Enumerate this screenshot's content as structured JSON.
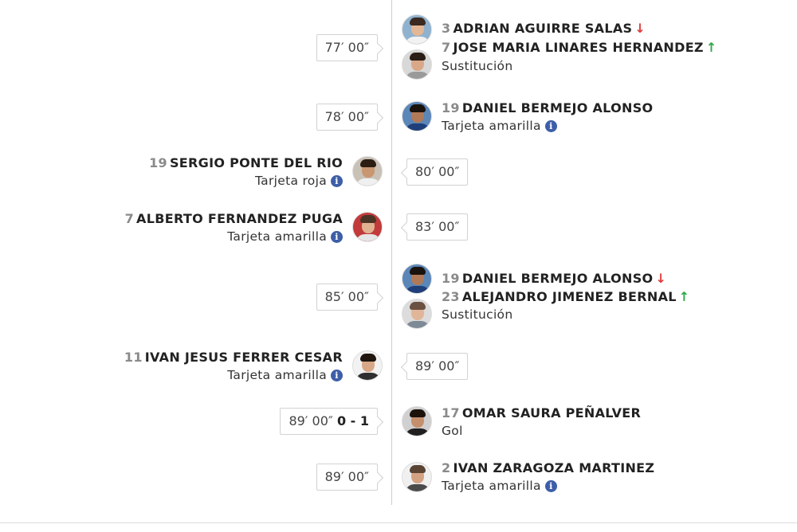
{
  "events": [
    {
      "time": "77′ 00″",
      "type": "Sustitución",
      "players": [
        {
          "number": "3",
          "name": "ADRIAN AGUIRRE SALAS",
          "arrow": "↓"
        },
        {
          "number": "7",
          "name": "JOSE MARIA LINARES HERNANDEZ",
          "arrow": "↑"
        }
      ]
    },
    {
      "time": "78′ 00″",
      "type": "Tarjeta amarilla",
      "players": [
        {
          "number": "19",
          "name": "DANIEL BERMEJO ALONSO"
        }
      ]
    },
    {
      "time": "80′ 00″",
      "type": "Tarjeta roja",
      "players": [
        {
          "number": "19",
          "name": "SERGIO PONTE DEL RIO"
        }
      ]
    },
    {
      "time": "83′ 00″",
      "type": "Tarjeta amarilla",
      "players": [
        {
          "number": "7",
          "name": "ALBERTO FERNANDEZ PUGA"
        }
      ]
    },
    {
      "time": "85′ 00″",
      "type": "Sustitución",
      "players": [
        {
          "number": "19",
          "name": "DANIEL BERMEJO ALONSO",
          "arrow": "↓"
        },
        {
          "number": "23",
          "name": "ALEJANDRO JIMENEZ BERNAL",
          "arrow": "↑"
        }
      ]
    },
    {
      "time": "89′ 00″",
      "type": "Tarjeta amarilla",
      "players": [
        {
          "number": "11",
          "name": "IVAN JESUS FERRER CESAR"
        }
      ]
    },
    {
      "time": "89′ 00″",
      "score": "0 - 1",
      "type": "Gol",
      "players": [
        {
          "number": "17",
          "name": "OMAR SAURA PEÑALVER"
        }
      ]
    },
    {
      "time": "89′ 00″",
      "type": "Tarjeta amarilla",
      "players": [
        {
          "number": "2",
          "name": "IVAN ZARAGOZA MARTINEZ"
        }
      ]
    }
  ],
  "info_icon": "i",
  "colors": {
    "arrow_out": "#e03b3b",
    "arrow_in": "#2ea84a",
    "info": "#3d5ea8",
    "axis": "#cfcfcf"
  }
}
